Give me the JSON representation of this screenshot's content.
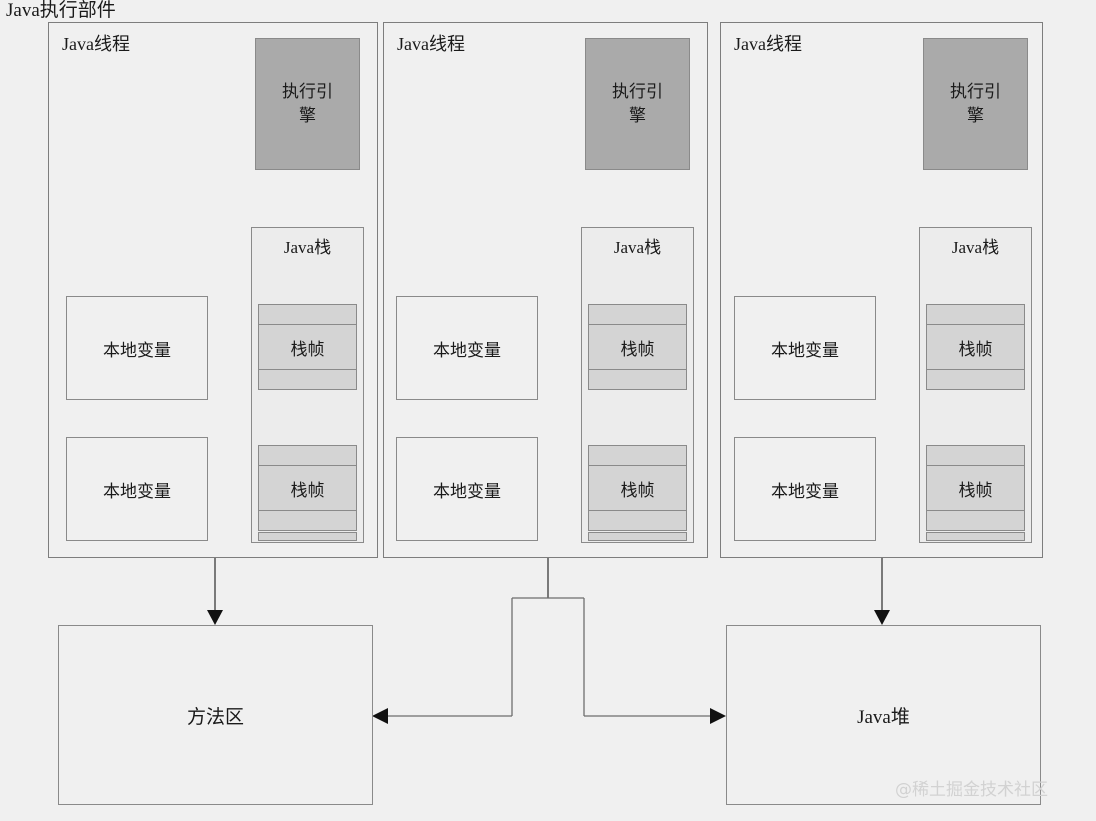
{
  "diagram": {
    "title": "Java执行部件",
    "background_color": "#f0f0f0",
    "line_color": "#8a8a8a",
    "engine_fill": "#aaaaaa",
    "frame_fill": "#d4d4d4",
    "stack_fill": "#ececec",
    "box_fill": "#f0f0f0"
  },
  "labels": {
    "thread": "Java线程",
    "engine": "执行引擎",
    "engine_line1": "执行引",
    "engine_line2": "擎",
    "java_stack": "Java栈",
    "stack_frame": "栈帧",
    "local_variable": "本地变量",
    "method_area": "方法区",
    "java_heap": "Java堆"
  },
  "threads": [
    {
      "id": "thread-1",
      "label": "Java线程",
      "engine": "执行引擎",
      "stack": {
        "title": "Java栈",
        "frames": [
          {
            "label": "栈帧"
          },
          {
            "label": "栈帧"
          }
        ]
      },
      "local_variables": [
        {
          "label": "本地变量"
        },
        {
          "label": "本地变量"
        }
      ]
    },
    {
      "id": "thread-2",
      "label": "Java线程",
      "engine": "执行引擎",
      "stack": {
        "title": "Java栈",
        "frames": [
          {
            "label": "栈帧"
          },
          {
            "label": "栈帧"
          }
        ]
      },
      "local_variables": [
        {
          "label": "本地变量"
        },
        {
          "label": "本地变量"
        }
      ]
    },
    {
      "id": "thread-3",
      "label": "Java线程",
      "engine": "执行引擎",
      "stack": {
        "title": "Java栈",
        "frames": [
          {
            "label": "栈帧"
          },
          {
            "label": "栈帧"
          }
        ]
      },
      "local_variables": [
        {
          "label": "本地变量"
        },
        {
          "label": "本地变量"
        }
      ]
    }
  ],
  "shared_regions": [
    {
      "id": "method-area",
      "label": "方法区"
    },
    {
      "id": "java-heap",
      "label": "Java堆"
    }
  ],
  "watermark": {
    "text": "@稀土掘金技术社区"
  }
}
